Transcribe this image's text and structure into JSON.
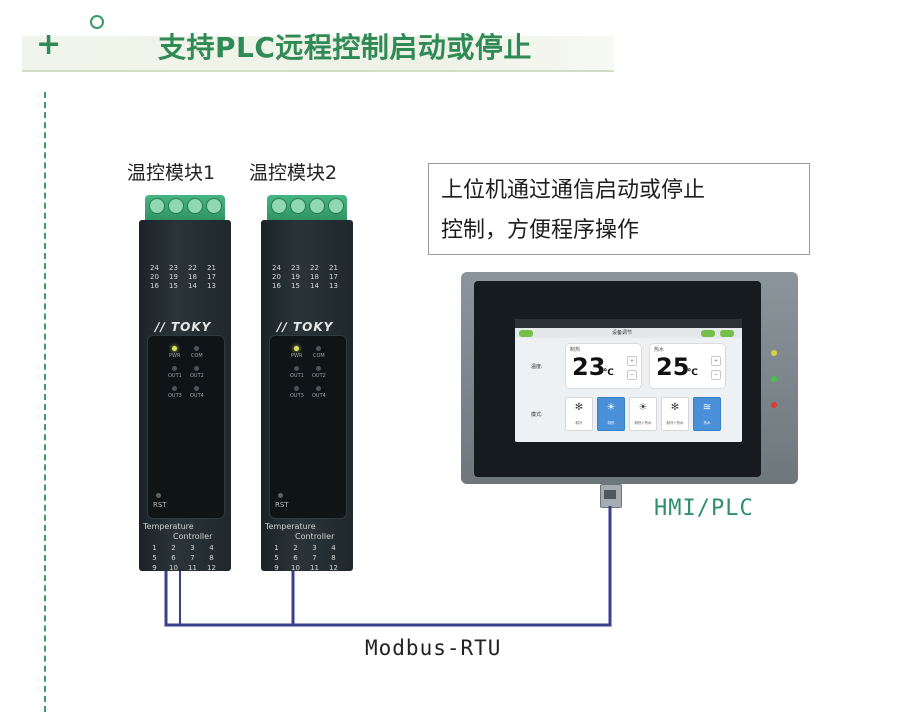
{
  "header": {
    "title": "支持PLC远程控制启动或停止",
    "accent_color": "#2f8a55"
  },
  "modules": [
    {
      "label": "温控模块1",
      "brand": "TOKY",
      "leds": [
        "PWR",
        "COM",
        "OUT1",
        "OUT2",
        "OUT3",
        "OUT4"
      ],
      "reset": "RST",
      "footer": [
        "Temperature",
        "Controller"
      ],
      "top_pins": [
        [
          "24",
          "23",
          "22",
          "21"
        ],
        [
          "20",
          "19",
          "18",
          "17"
        ],
        [
          "16",
          "15",
          "14",
          "13"
        ]
      ],
      "bottom_pins": [
        [
          "1",
          "2",
          "3",
          "4"
        ],
        [
          "5",
          "6",
          "7",
          "8"
        ],
        [
          "9",
          "10",
          "11",
          "12"
        ]
      ]
    },
    {
      "label": "温控模块2",
      "brand": "TOKY",
      "leds": [
        "PWR",
        "COM",
        "OUT1",
        "OUT2",
        "OUT3",
        "OUT4"
      ],
      "reset": "RST",
      "footer": [
        "Temperature",
        "Controller"
      ],
      "top_pins": [
        [
          "24",
          "23",
          "22",
          "21"
        ],
        [
          "20",
          "19",
          "18",
          "17"
        ],
        [
          "16",
          "15",
          "14",
          "13"
        ]
      ],
      "bottom_pins": [
        [
          "1",
          "2",
          "3",
          "4"
        ],
        [
          "5",
          "6",
          "7",
          "8"
        ],
        [
          "9",
          "10",
          "11",
          "12"
        ]
      ]
    }
  ],
  "note": {
    "line1": "上位机通过通信启动或停止",
    "line2": "控制，方便程序操作"
  },
  "hmi": {
    "label": "HMI/PLC",
    "label_color": "#2f8f6a",
    "screen": {
      "title": "设备调节",
      "row_label_temp": "温度:",
      "row_label_mode": "模式:",
      "temp1": {
        "name": "制热",
        "value": "23",
        "unit": "℃"
      },
      "temp2": {
        "name": "热水",
        "value": "25",
        "unit": "℃"
      },
      "modes": [
        {
          "label": "制冷",
          "icon": "✻"
        },
        {
          "label": "制热",
          "icon": "☀"
        },
        {
          "label": "制热+热水",
          "icon": "☀"
        },
        {
          "label": "制冷+热水",
          "icon": "✻"
        },
        {
          "label": "热水",
          "icon": "≋"
        }
      ]
    }
  },
  "bus": {
    "label": "Modbus-RTU",
    "color": "#3b3f8f"
  }
}
